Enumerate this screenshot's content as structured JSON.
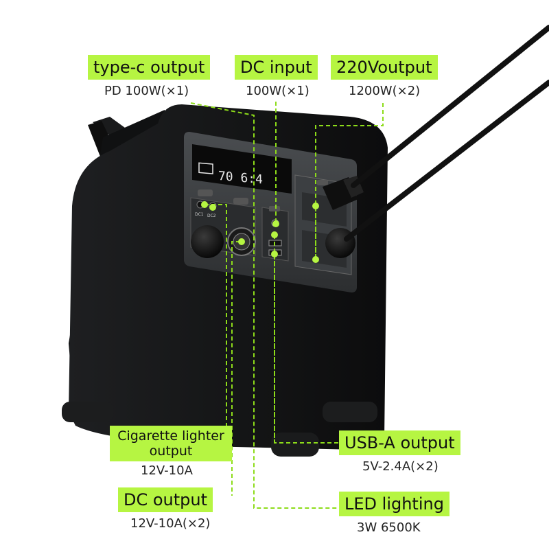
{
  "labels": {
    "typec": {
      "title": "type-c output",
      "spec": "PD 100W(×1)"
    },
    "dcin": {
      "title": "DC input",
      "spec": "100W(×1)"
    },
    "ac": {
      "title": "220Voutput",
      "spec": "1200W(×2)"
    },
    "cig": {
      "title_line1": "Cigarette lighter",
      "title_line2": "output",
      "spec": "12V-10A"
    },
    "dcout": {
      "title": "DC output",
      "spec": "12V-10A(×2)"
    },
    "usba": {
      "title": "USB-A output",
      "spec": "5V-2.4A(×2)"
    },
    "led": {
      "title": "LED lighting",
      "spec": "3W 6500K"
    }
  },
  "display": {
    "readout": "70 6:4"
  },
  "panel": {
    "dc1": "DC1",
    "dc2": "DC2"
  },
  "colors": {
    "accent": "#b6f542",
    "body": "#141414",
    "panel": "#3a3d40"
  }
}
